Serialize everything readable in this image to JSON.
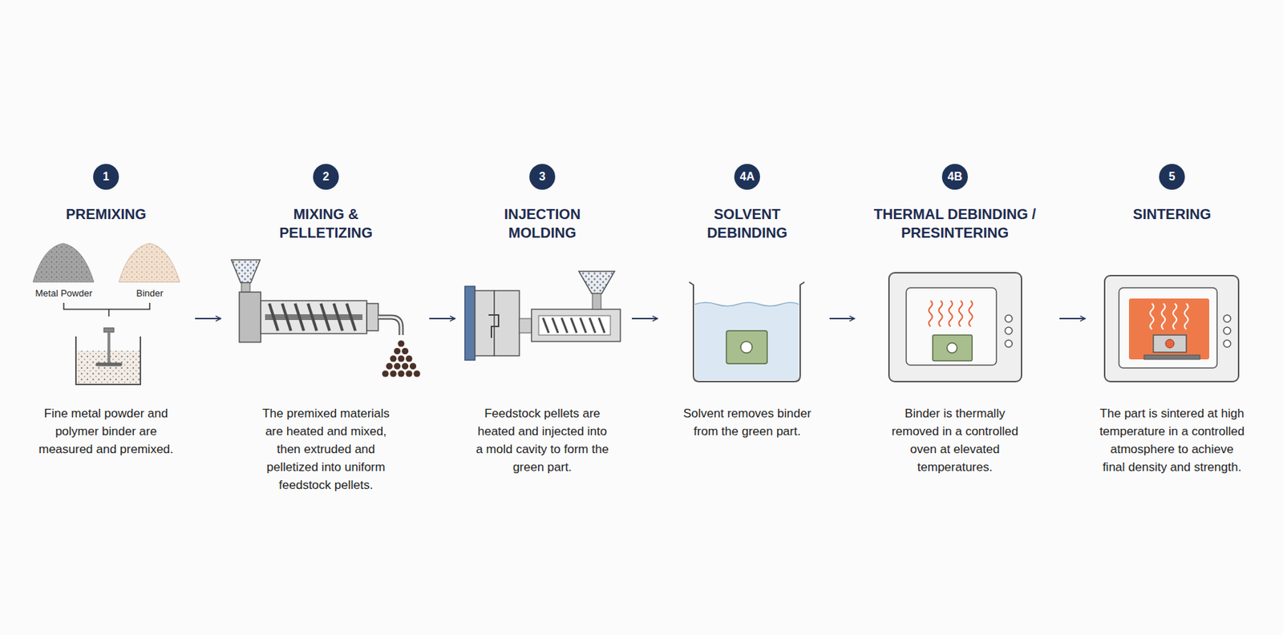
{
  "diagram": {
    "nodes": [
      {
        "text": [
          "1",
          "PREMIXING",
          "Fine metal powder and polymer binder are measured and premixed."
        ]
      },
      {
        "text": [
          "2",
          "MIXING & PELLETIZING",
          "The premixed materials are heated and mixed, then extruded and pelletized into uniform feedstock pellets."
        ]
      },
      {
        "text": [
          "3",
          "INJECTION MOLDING",
          "Feedstock pellets are heated and injected into a mold cavity to form the green part."
        ]
      },
      {
        "text": [
          "4A",
          "SOLVENT DEBINDING",
          "Solvent removes binder from the green part."
        ]
      },
      {
        "text": [
          "4B",
          "THERMAL DEBINDING / PRESINTERING",
          "Binder is thermally removed in a controlled oven at elevated temperatures."
        ]
      },
      {
        "text": [
          "5",
          "SINTERING",
          "The part is sintered at high temperature in a controlled atmosphere to achieve final density and strength."
        ]
      }
    ],
    "edges": [
      {
        "from": 0,
        "to": 1,
        "arrow": "to"
      },
      {
        "from": 1,
        "to": 2,
        "arrow": "to"
      },
      {
        "from": 2,
        "to": 3,
        "arrow": "to"
      },
      {
        "from": 3,
        "to": 4,
        "arrow": "to"
      },
      {
        "from": 4,
        "to": 5,
        "arrow": "to"
      }
    ],
    "labels": [
      "Metal Powder",
      "Binder"
    ]
  }
}
